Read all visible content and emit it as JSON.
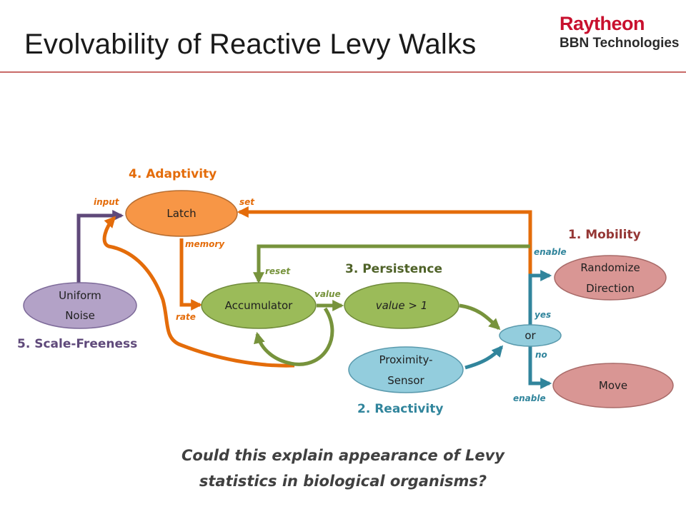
{
  "header": {
    "title": "Evolvability of Reactive Levy Walks",
    "logo_line1": "Raytheon",
    "logo_line2": "BBN Technologies"
  },
  "diagram": {
    "nodes": {
      "latch": "Latch",
      "uniform_noise_line1": "Uniform",
      "uniform_noise_line2": "Noise",
      "accumulator": "Accumulator",
      "threshold": "value > 1",
      "proximity_line1": "Proximity-",
      "proximity_line2": "Sensor",
      "or": "or",
      "randomize_line1": "Randomize",
      "randomize_line2": "Direction",
      "move": "Move"
    },
    "headings": {
      "adaptivity": "4. Adaptivity",
      "persistence": "3. Persistence",
      "mobility": "1. Mobility",
      "reactivity": "2. Reactivity",
      "scale_freeness": "5. Scale-Freeness"
    },
    "labels": {
      "input": "input",
      "set": "set",
      "memory": "memory",
      "reset": "reset",
      "value": "value",
      "rate": "rate",
      "enable_top": "enable",
      "yes": "yes",
      "no": "no",
      "enable_bottom": "enable"
    },
    "colors": {
      "orange": "#e46c0a",
      "green": "#77933c",
      "purple": "#5f497a",
      "teal": "#31859c",
      "latch_fill": "#f79646",
      "accumulator_fill": "#9bbb59",
      "noise_fill": "#b3a2c7",
      "sensor_fill": "#93cddd",
      "action_fill": "#d99694",
      "mobility_heading": "#953735",
      "persistence_heading": "#4f6228"
    }
  },
  "question": {
    "line1": "Could this explain appearance of Levy",
    "line2": "statistics in biological organisms?"
  }
}
